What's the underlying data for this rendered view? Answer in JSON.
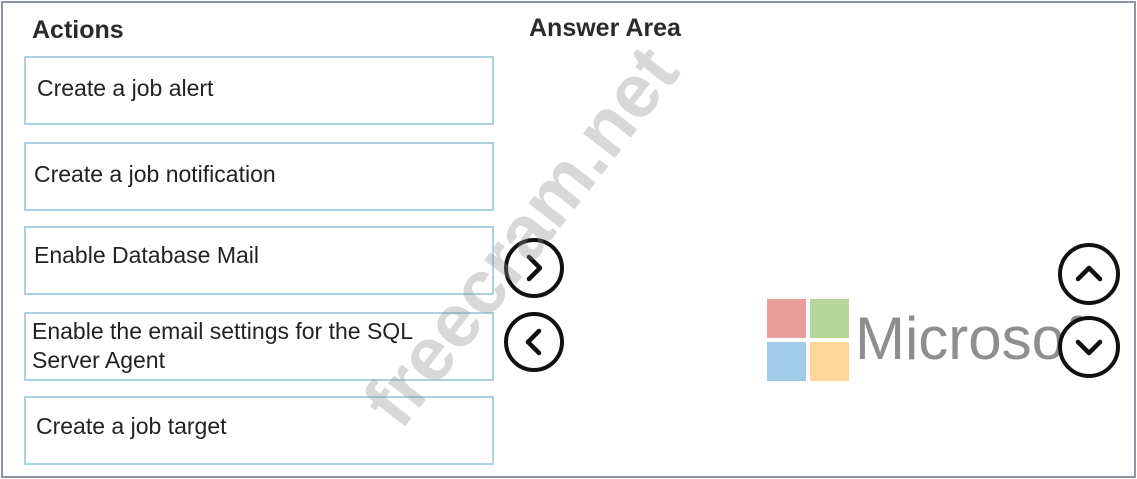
{
  "headings": {
    "actions": "Actions",
    "answer_area": "Answer Area"
  },
  "actions": [
    {
      "label": "Create a job alert"
    },
    {
      "label": "Create a job notification"
    },
    {
      "label": "Enable Database Mail"
    },
    {
      "label": "Enable the email settings for the SQL Server Agent"
    },
    {
      "label": "Create a job target"
    }
  ],
  "controls": {
    "move_right_icon": "chevron-right-icon",
    "move_left_icon": "chevron-left-icon",
    "move_up_icon": "chevron-up-icon",
    "move_down_icon": "chevron-down-icon"
  },
  "branding": {
    "logo_text": "Microsoft",
    "watermark_text": "freecram.net",
    "colors": {
      "red": "#ea9f9a",
      "green": "#b6d69d",
      "blue": "#a2cbe8",
      "yellow": "#fdd698",
      "wordmark": "#7b7b7b",
      "watermark": "#8f8f8f"
    }
  }
}
